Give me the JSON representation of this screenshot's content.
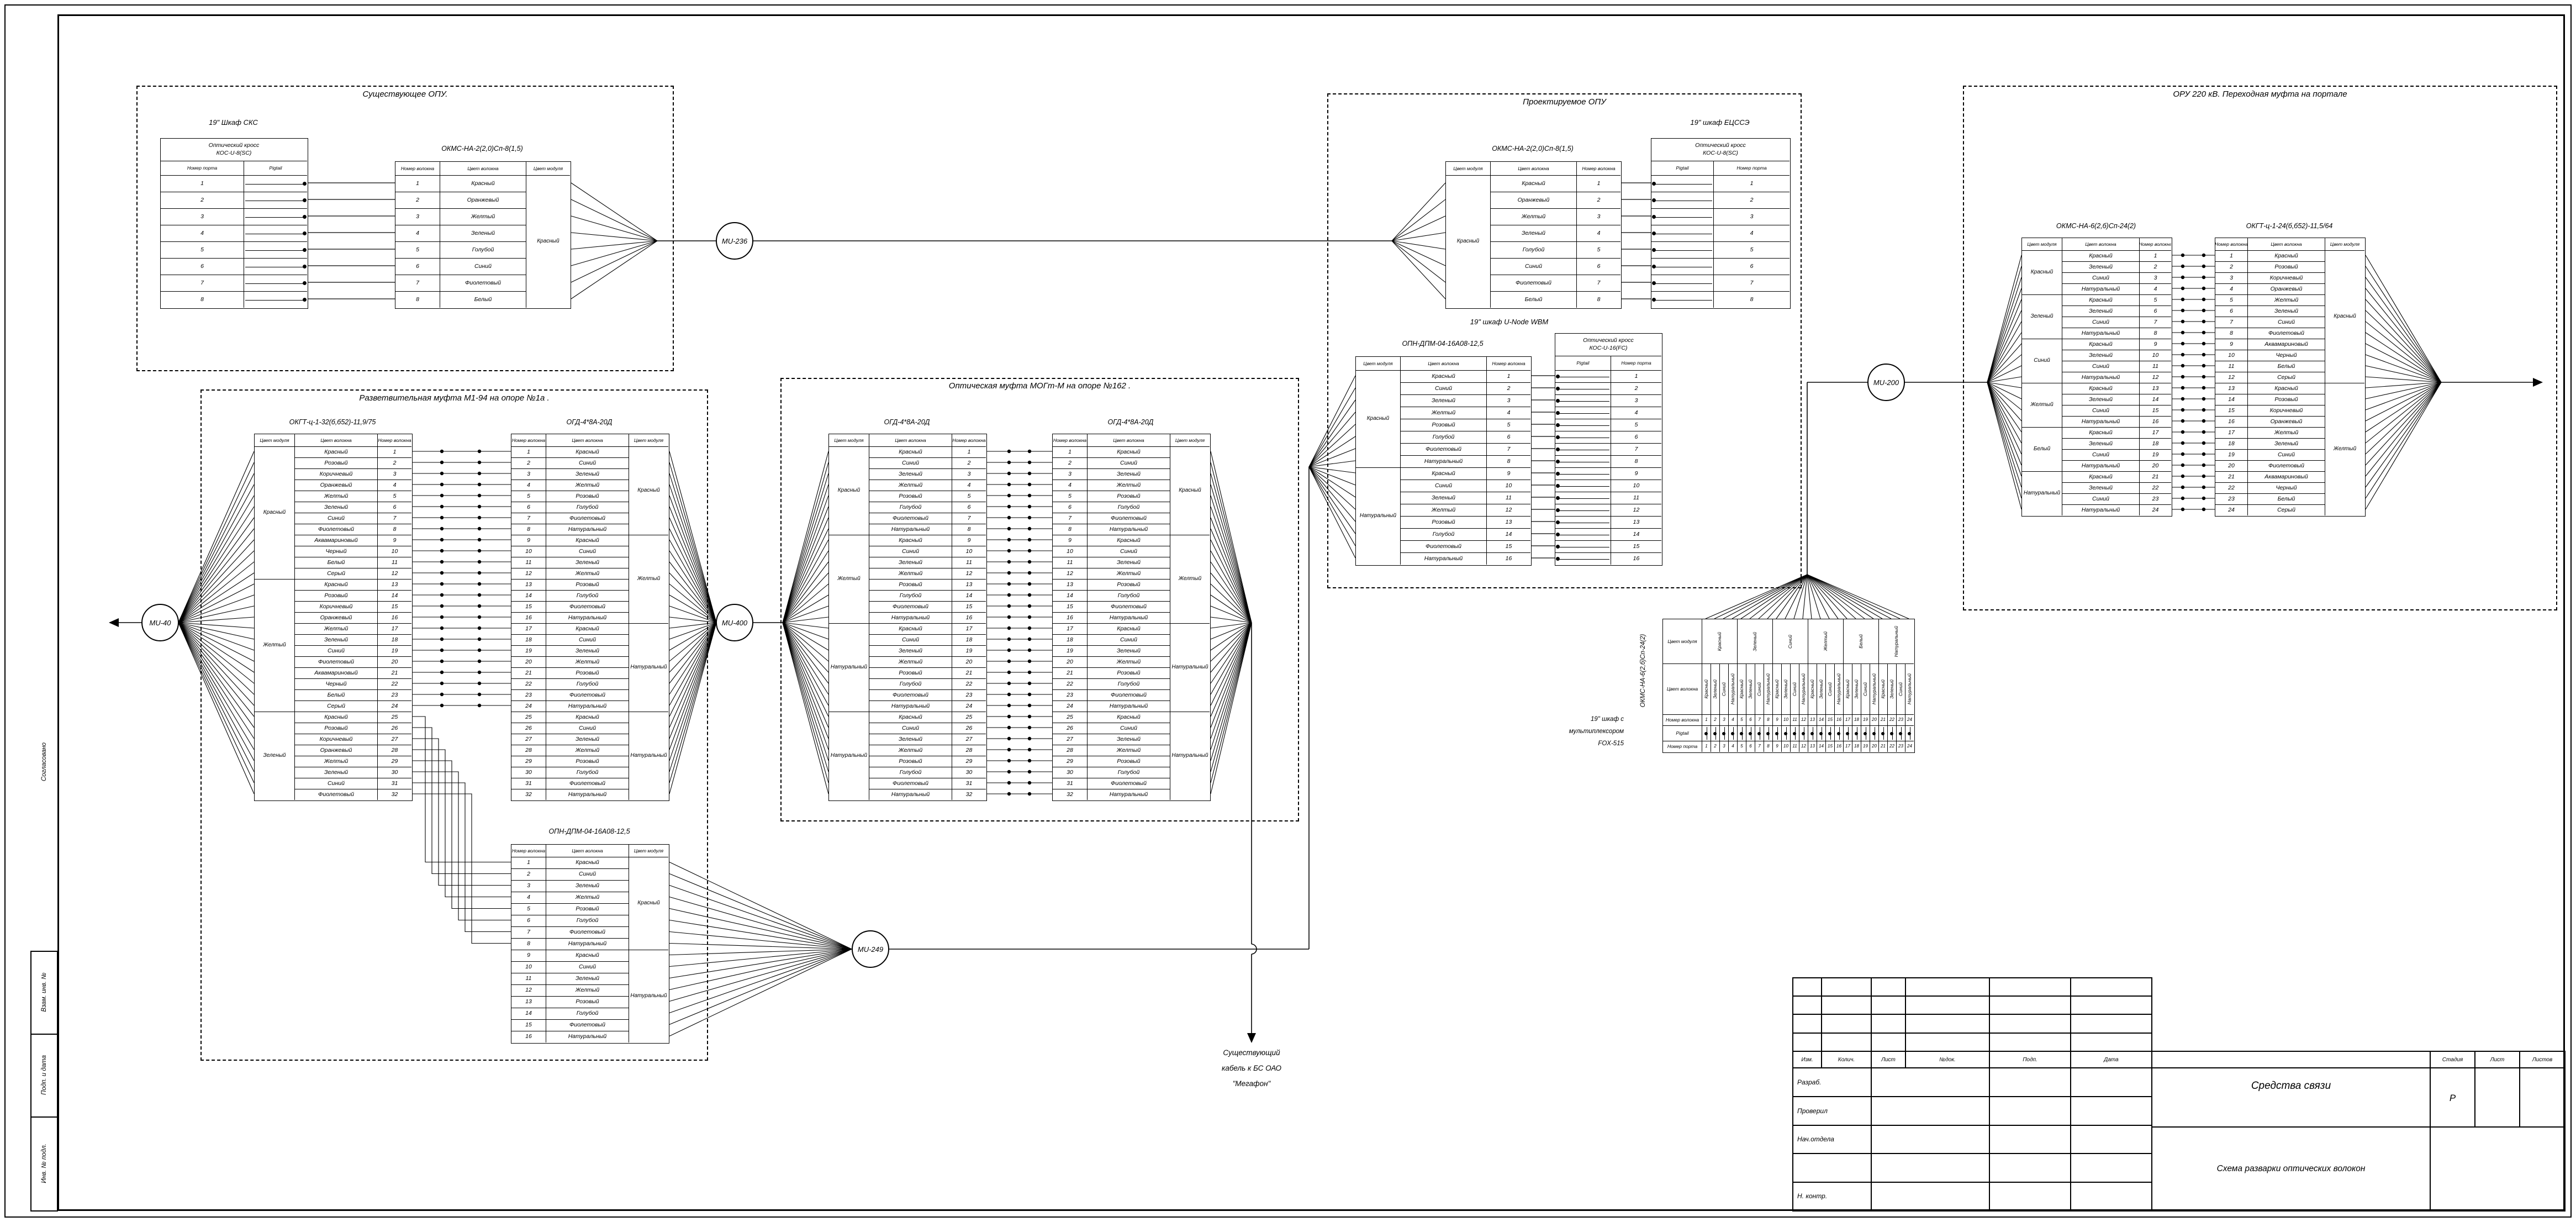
{
  "sequences": {
    "s8a": [
      "Красный",
      "Оранжевый",
      "Желтый",
      "Зеленый",
      "Голубой",
      "Синий",
      "Фиолетовый",
      "Белый"
    ],
    "s8b": [
      "Красный",
      "Синий",
      "Зеленый",
      "Желтый",
      "Розовый",
      "Голубой",
      "Фиолетовый",
      "Натуральный"
    ],
    "s8c": [
      "Красный",
      "Розовый",
      "Коричневый",
      "Оранжевый",
      "Желтый",
      "Зеленый",
      "Синий",
      "Фиолетовый"
    ],
    "s12": [
      "Красный",
      "Розовый",
      "Коричневый",
      "Оранжевый",
      "Желтый",
      "Зеленый",
      "Синий",
      "Фиолетовый",
      "Аквамариновый",
      "Черный",
      "Белый",
      "Серый"
    ],
    "s4a": [
      "Красный",
      "Зеленый",
      "Синий",
      "Натуральный"
    ]
  },
  "nodes": {
    "mu40": "MU-40",
    "mu236": "MU-236",
    "mu400": "MU-400",
    "mu249": "MU-249",
    "mu200": "MU-200"
  },
  "blocks": {
    "existing": {
      "title": "Существующее ОПУ.",
      "cabinet": "19\" Шкаф СКС"
    },
    "m194": {
      "title": "Разветвительная муфта М1-94 на опоре №1а ."
    },
    "mogt": {
      "title": "Оптическая муфта МОГт-М на опоре №162 ."
    },
    "projected": {
      "title": "Проектируемое ОПУ",
      "cabinet_right": "19\" шкаф ЕЦССЭ",
      "cabinet_unode": "19\" шкаф U-Node WBM"
    },
    "oru": {
      "title": "ОРУ 220 кВ. Переходная муфта на портале"
    },
    "fox": {
      "label": [
        "19\" шкаф с",
        "мультиплексором",
        "FOX-515"
      ]
    }
  },
  "labels": {
    "megafon": [
      "Существующий",
      "кабель к БС ОАО",
      "\"Мегафон\""
    ]
  },
  "tables": {
    "exist_cross": {
      "title": [
        "Оптический кросс",
        "КОС-U-8(SC)"
      ],
      "headers": [
        "Номер порта",
        "Pigtail"
      ],
      "ports": 8
    },
    "exist_okms": {
      "title": "ОКМС-НА-2(2,0)Сп-8(1,5)",
      "headers": [
        "Номер волокна",
        "Цвет волокна",
        "Цвет модуля"
      ],
      "modules": [
        {
          "color": "Красный",
          "seq": "s8a"
        }
      ]
    },
    "proj_okms": {
      "title": "ОКМС-НА-2(2,0)Сп-8(1,5)",
      "headers": [
        "Цвет модуля",
        "Цвет волокна",
        "Номер волокна"
      ],
      "modules": [
        {
          "color": "Красный",
          "seq": "s8a"
        }
      ]
    },
    "proj_cross": {
      "title": [
        "Оптический кросс",
        "КОС-U-8(SC)"
      ],
      "headers": [
        "Pigtail",
        "Номер порта"
      ],
      "ports": 8
    },
    "okgt32": {
      "title": "ОКГТ-ц-1-32(б,б52)-11,9/75",
      "headers": [
        "Цвет модуля",
        "Цвет волокна",
        "Номер волокна"
      ],
      "modules": [
        {
          "color": "Красный",
          "seq": "s12"
        },
        {
          "color": "Желтый",
          "seq": "s12"
        },
        {
          "color": "Зеленый",
          "seq": "s8c"
        }
      ]
    },
    "ogd32_a": {
      "title": "ОГД-4*8А-20Д",
      "headers": [
        "Номер волокна",
        "Цвет волокна",
        "Цвет модуля"
      ],
      "modules": [
        {
          "color": "Красный",
          "seq": "s8b"
        },
        {
          "color": "Желтый",
          "seq": "s8b"
        },
        {
          "color": "Натуральный",
          "seq": "s8b"
        },
        {
          "color": "Натуральный",
          "seq": "s8b"
        }
      ]
    },
    "ogd32_b": {
      "title": "ОГД-4*8А-20Д",
      "headers": [
        "Цвет модуля",
        "Цвет волокна",
        "Номер волокна"
      ],
      "modules": [
        {
          "color": "Красный",
          "seq": "s8b"
        },
        {
          "color": "Желтый",
          "seq": "s8b"
        },
        {
          "color": "Натуральный",
          "seq": "s8b"
        },
        {
          "color": "Натуральный",
          "seq": "s8b"
        }
      ]
    },
    "ogd32_c": {
      "title": "ОГД-4*8А-20Д",
      "headers": [
        "Номер волокна",
        "Цвет волокна",
        "Цвет модуля"
      ],
      "modules": [
        {
          "color": "Красный",
          "seq": "s8b"
        },
        {
          "color": "Желтый",
          "seq": "s8b"
        },
        {
          "color": "Натуральный",
          "seq": "s8b"
        },
        {
          "color": "Натуральный",
          "seq": "s8b"
        }
      ]
    },
    "opn16_a": {
      "title": "ОПН-ДПМ-04-16А08-12,5",
      "headers": [
        "Номер волокна",
        "Цвет волокна",
        "Цвет модуля"
      ],
      "modules": [
        {
          "color": "Красный",
          "seq": "s8b"
        },
        {
          "color": "Натуральный",
          "seq": "s8b"
        }
      ]
    },
    "proj_opn": {
      "title": "ОПН-ДПМ-04-16А08-12,5",
      "headers": [
        "Цвет модуля",
        "Цвет волокна",
        "Номер волокна"
      ],
      "modules": [
        {
          "color": "Красный",
          "seq": "s8b"
        },
        {
          "color": "Натуральный",
          "seq": "s8b"
        }
      ]
    },
    "proj_cross16": {
      "title": [
        "Оптический кросс",
        "КОС-U-16(FC)"
      ],
      "headers": [
        "Pigtail",
        "Номер порта"
      ],
      "ports": 16
    },
    "okms24": {
      "title": "ОКМС-НА-6(2,б)Сп-24(2)",
      "headers": [
        "Цвет модуля",
        "Цвет волокна",
        "Номер волокна"
      ],
      "modules": [
        {
          "color": "Красный",
          "seq": "s4a"
        },
        {
          "color": "Зеленый",
          "seq": "s4a"
        },
        {
          "color": "Синий",
          "seq": "s4a"
        },
        {
          "color": "Желтый",
          "seq": "s4a"
        },
        {
          "color": "Белый",
          "seq": "s4a"
        },
        {
          "color": "Натуральный",
          "seq": "s4a"
        }
      ]
    },
    "okgt24": {
      "title": "ОКГТ-ц-1-24(б,б52)-11,5/64",
      "headers": [
        "Номер волокна",
        "Цвет волокна",
        "Цвет модуля"
      ],
      "modules": [
        {
          "color": "Красный",
          "seq": "s12"
        },
        {
          "color": "Желтый",
          "seq": "s12"
        }
      ]
    },
    "strip": {
      "title": "ОКМС-НА-6(2,б)Сп-24(2)",
      "row_labels": [
        "Цвет модуля",
        "Цвет волокна",
        "Номер волокна",
        "Pigtail",
        "Номер порта"
      ],
      "modules": [
        {
          "color": "Красный",
          "seq": "s4a"
        },
        {
          "color": "Зеленый",
          "seq": "s4a"
        },
        {
          "color": "Синий",
          "seq": "s4a"
        },
        {
          "color": "Желтый",
          "seq": "s4a"
        },
        {
          "color": "Белый",
          "seq": "s4a"
        },
        {
          "color": "Натуральный",
          "seq": "s4a"
        }
      ]
    }
  },
  "titleblock": {
    "rev_cols": [
      "Изм.",
      "Колич.",
      "Лист",
      "№док.",
      "Подп.",
      "Дата"
    ],
    "roles": [
      "Разраб.",
      "Проверил",
      "Нач.отдела",
      "Н. контр."
    ],
    "project": "Средства связи",
    "doc_title": "Схема разварки оптических волокон",
    "stage_label": "Стадия",
    "sheet_label": "Лист",
    "sheets_label": "Листов",
    "stage": "Р",
    "margin_labels": {
      "agreed": "Согласовано",
      "vzam": "Взам. инв. №",
      "podp": "Подп. и дата",
      "inv": "Инв. № подл."
    }
  }
}
